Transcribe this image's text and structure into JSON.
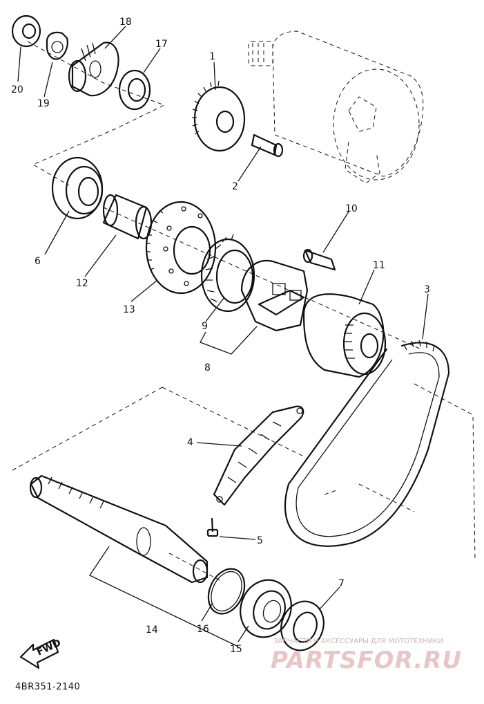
{
  "diagram_code": "4BR351-2140",
  "fwd_label": "FWD",
  "parts": [
    {
      "label": "1"
    },
    {
      "label": "2"
    },
    {
      "label": "3"
    },
    {
      "label": "4"
    },
    {
      "label": "5"
    },
    {
      "label": "6"
    },
    {
      "label": "7"
    },
    {
      "label": "8"
    },
    {
      "label": "9"
    },
    {
      "label": "10"
    },
    {
      "label": "11"
    },
    {
      "label": "12"
    },
    {
      "label": "13"
    },
    {
      "label": "14"
    },
    {
      "label": "15"
    },
    {
      "label": "16"
    },
    {
      "label": "17"
    },
    {
      "label": "18"
    },
    {
      "label": "19"
    },
    {
      "label": "20"
    }
  ],
  "watermark": {
    "tagline": "ЗАПЧАСТИ И АКСЕССУАРЫ ДЛЯ МОТОТЕХНИКИ",
    "brand": "PARTSFOR.RU"
  }
}
